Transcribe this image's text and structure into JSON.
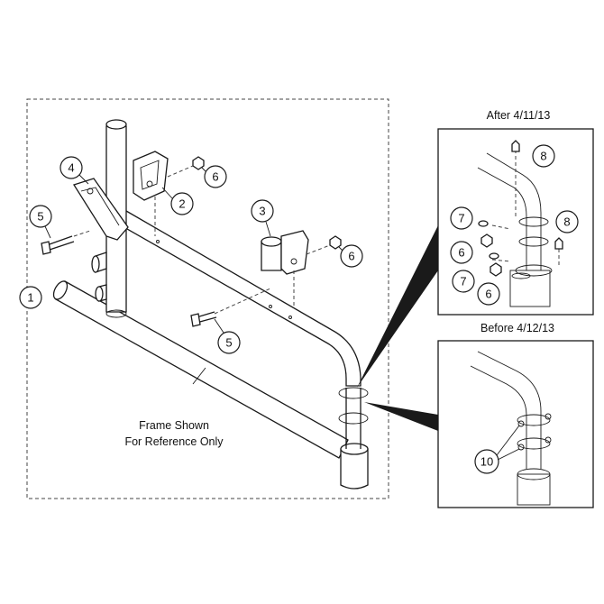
{
  "callouts": {
    "c1": "1",
    "c2": "2",
    "c3": "3",
    "c4": "4",
    "c5a": "5",
    "c5b": "5",
    "c6a": "6",
    "c6b": "6",
    "d_c6a": "6",
    "d_c6b": "6",
    "d_c7a": "7",
    "d_c7b": "7",
    "d_c8a": "8",
    "d_c8b": "8",
    "e_c10": "10"
  },
  "frame_note": {
    "line1": "Frame Shown",
    "line2": "For Reference Only"
  },
  "detail_after": {
    "title": "After 4/11/13"
  },
  "detail_before": {
    "title": "Before 4/12/13"
  },
  "colors": {
    "line": "#1a1a1a",
    "background": "#ffffff",
    "leader": "#1a1a1a"
  }
}
